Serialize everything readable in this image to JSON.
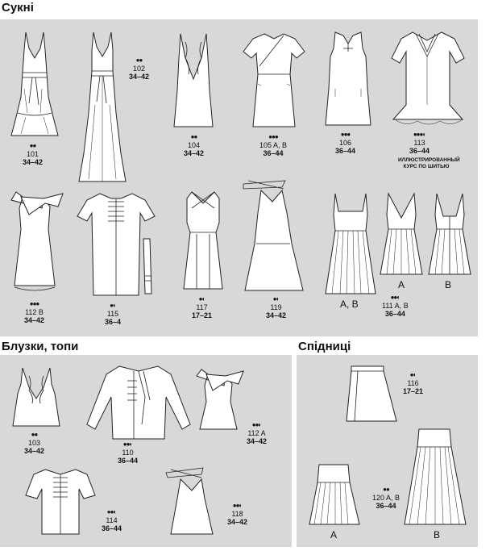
{
  "sections": {
    "dresses": "Сукні",
    "blouses": "Блузки, топи",
    "skirts": "Спідниці"
  },
  "dresses": [
    {
      "dots": "●●",
      "num": "101",
      "sizes": "34–42"
    },
    {
      "dots": "●●",
      "num": "102",
      "sizes": "34–42"
    },
    {
      "dots": "●●",
      "num": "104",
      "sizes": "34–42"
    },
    {
      "dots": "●●●",
      "num": "105 A, B",
      "sizes": "36–44"
    },
    {
      "dots": "●●●",
      "num": "106",
      "sizes": "36–44"
    },
    {
      "dots": "●●●◐",
      "num": "113",
      "sizes": "36–44",
      "note": "ИЛЛЮСТРИРОВАННЫЙ КУРС ПО ШИТЬЮ"
    },
    {
      "dots": "●●●",
      "num": "112 B",
      "sizes": "34–42"
    },
    {
      "dots": "●◐",
      "num": "115",
      "sizes": "36–4"
    },
    {
      "dots": "●◐",
      "num": "117",
      "sizes": "17–21"
    },
    {
      "dots": "●◐",
      "num": "119",
      "sizes": "34–42"
    },
    {
      "dots": "●●◐",
      "num": "111 A, B",
      "sizes": "36–44",
      "variants": [
        "A, B",
        "A",
        "B"
      ]
    }
  ],
  "blouses": [
    {
      "dots": "●●",
      "num": "103",
      "sizes": "34–42"
    },
    {
      "dots": "●●◐",
      "num": "110",
      "sizes": "36–44"
    },
    {
      "dots": "●●◐",
      "num": "112 A",
      "sizes": "34–42"
    },
    {
      "dots": "●●◐",
      "num": "114",
      "sizes": "36–44"
    },
    {
      "dots": "●●◐",
      "num": "118",
      "sizes": "34–42"
    }
  ],
  "skirts": [
    {
      "dots": "●◐",
      "num": "116",
      "sizes": "17–21"
    },
    {
      "dots": "●●",
      "num": "120 A, B",
      "sizes": "36–44",
      "variants": [
        "A",
        "B"
      ]
    }
  ]
}
